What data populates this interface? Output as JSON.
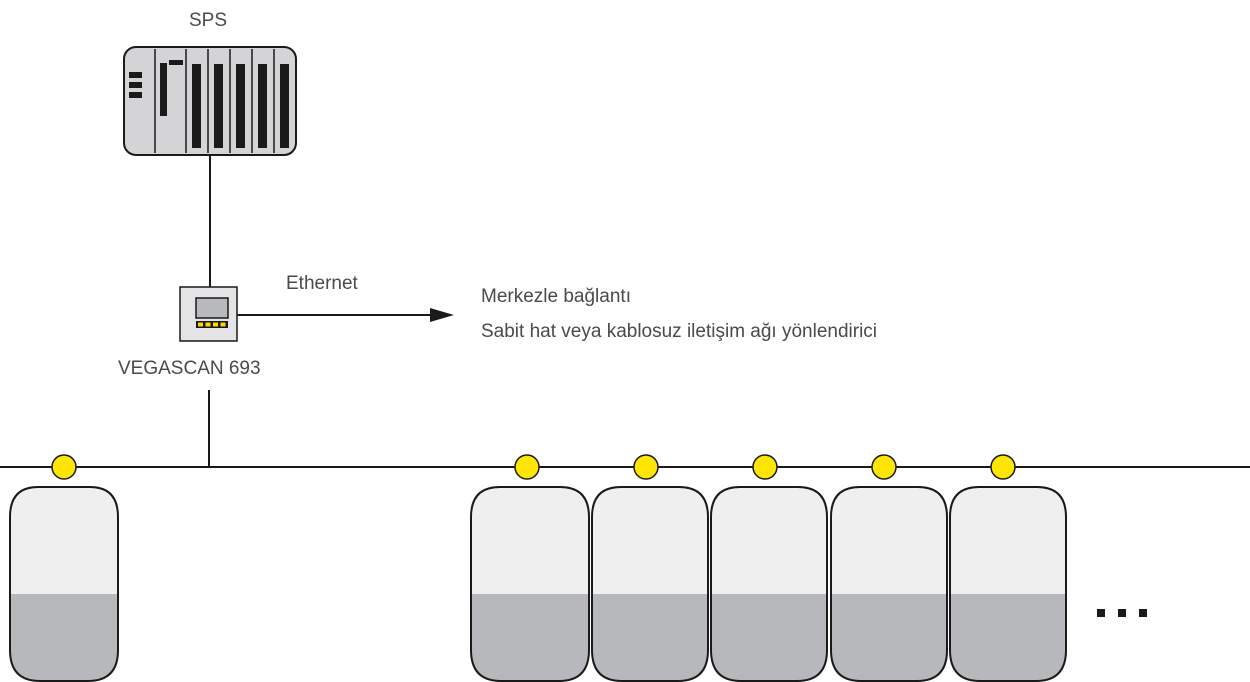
{
  "labels": {
    "plc": "SPS",
    "ethernet": "Ethernet",
    "device": "VEGASCAN 693",
    "destination_line1": "Merkezle bağlantı",
    "destination_line2": "Sabit hat veya kablosuz iletişim ağı yönlendirici",
    "continuation": "..."
  },
  "colors": {
    "line": "#1a1a1a",
    "text": "#4a4a4a",
    "plc_fill": "#d4d4d6",
    "tank_fill": "#efeff0",
    "liquid_fill": "#b7b8bb",
    "sensor_fill": "#ffe600",
    "device_led": "#ffd500"
  },
  "sensors_count": 6,
  "tanks_count": 6
}
